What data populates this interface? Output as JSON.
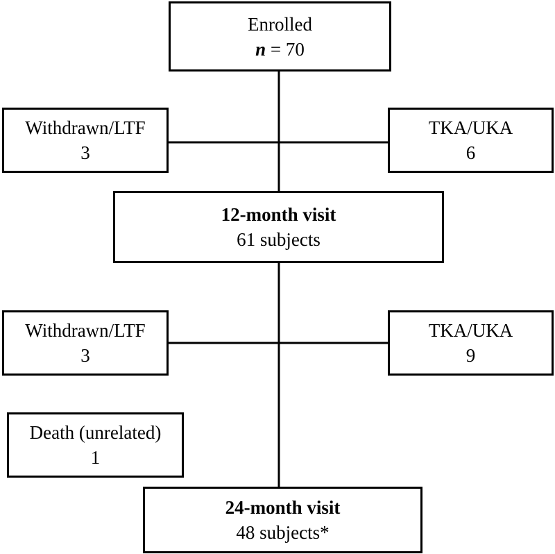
{
  "enrolled": {
    "title": "Enrolled",
    "n_symbol": "n",
    "n_rest": " = 70"
  },
  "exclusions_12": {
    "withdrawn": {
      "label": "Withdrawn/LTF",
      "count": "3"
    },
    "tka_uka": {
      "label": "TKA/UKA",
      "count": "6"
    }
  },
  "visit_12": {
    "title": "12-month visit",
    "subjects": "61 subjects"
  },
  "exclusions_24": {
    "withdrawn": {
      "label": "Withdrawn/LTF",
      "count": "3"
    },
    "tka_uka": {
      "label": "TKA/UKA",
      "count": "9"
    },
    "death": {
      "label": "Death (unrelated)",
      "count": "1"
    }
  },
  "visit_24": {
    "title": "24-month visit",
    "subjects": "48 subjects*"
  }
}
